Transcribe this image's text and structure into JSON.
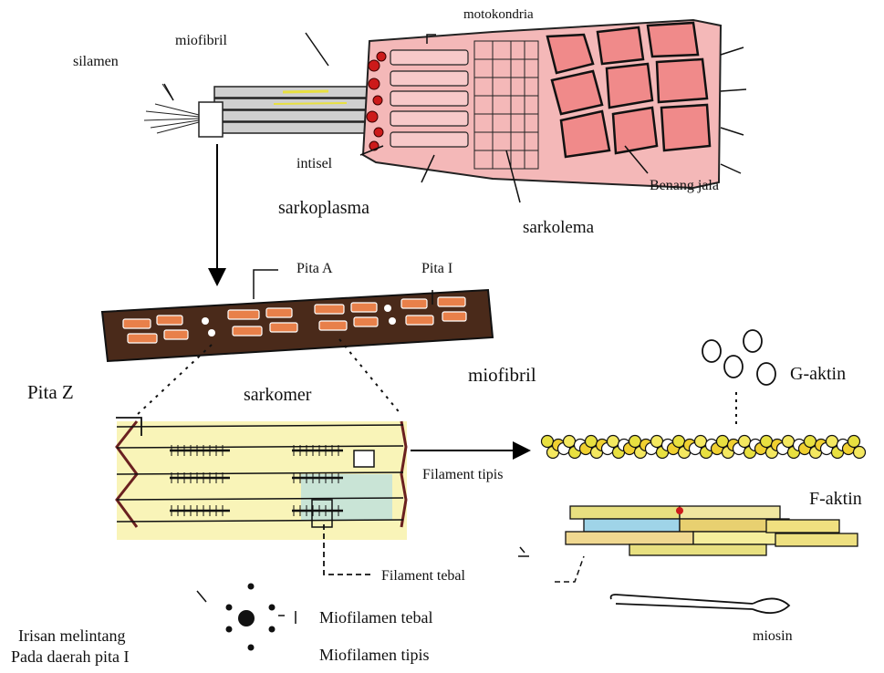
{
  "labels": {
    "silamen": "silamen",
    "miofibril_top": "miofibril",
    "motokondria": "motokondria",
    "intisel": "intisel",
    "sarkoplasma": "sarkoplasma",
    "sarkolema": "sarkolema",
    "benang_jala": "Benang jala",
    "pita_a": "Pita A",
    "pita_i": "Pita I",
    "miofibril_mid": "miofibril",
    "pita_z": "Pita Z",
    "sarkomer": "sarkomer",
    "g_aktin": "G-aktin",
    "filament_tipis": "Filament tipis",
    "f_aktin": "F-aktin",
    "filament_tebal": "Filament tebal",
    "miofilamen_tebal": "Miofilamen tebal",
    "miofilamen_tipis": "Miofilamen tipis",
    "irisan_line1": "Irisan melintang",
    "irisan_line2": "Pada daerah pita I",
    "miosin": "miosin"
  },
  "colors": {
    "muscle_pink": "#f0a0a0",
    "nucleus_red": "#cc1a1a",
    "myofibril_orange": "#e8804a",
    "sarcomere_yellow": "#f7f0a0",
    "actin_yellow": "#e8e040",
    "actin_blue": "#9fd4e8",
    "ink": "#111111"
  }
}
